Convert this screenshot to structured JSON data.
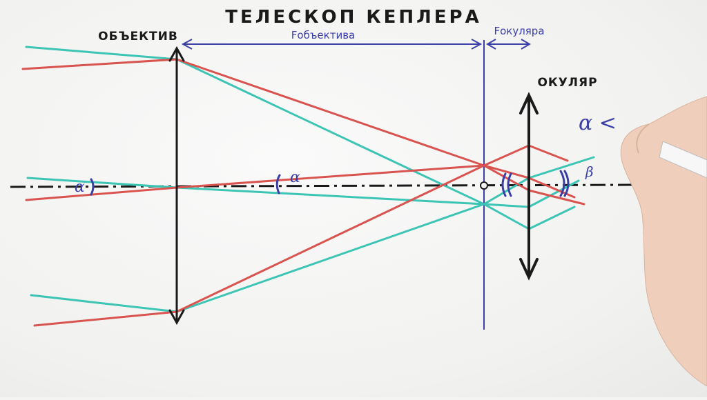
{
  "title": "ТЕЛЕСКОП КЕПЛЕРА",
  "labels": {
    "objective": "ОБЪЕКТИВ",
    "eyepiece": "ОКУЛЯР",
    "f_objective": "Fобъектива",
    "f_eyepiece": "Fокуляра",
    "alpha_small": "α",
    "alpha_mid": "α",
    "beta": "β",
    "alpha_lt": "α <"
  },
  "colors": {
    "red_ray": "#d9534f",
    "teal_ray": "#3cc4b4",
    "marker_blue": "#3a3fa8",
    "axis_black": "#1a1a1a"
  }
}
